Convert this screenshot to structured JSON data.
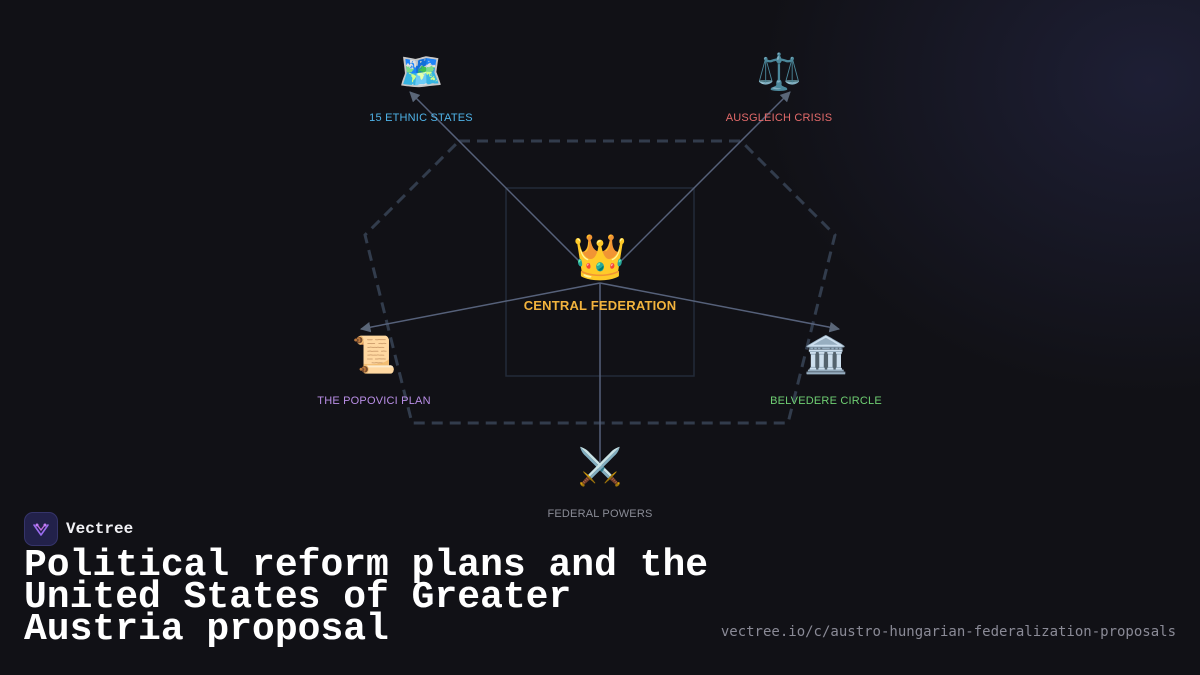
{
  "diagram": {
    "center": {
      "icon": "crown-icon",
      "glyph": "👑",
      "label": "CENTRAL FEDERATION",
      "color": "#f2b33d"
    },
    "nodes": [
      {
        "key": "ethnic",
        "icon": "map-icon",
        "glyph": "🗺️",
        "label": "15 ETHNIC STATES",
        "color": "#4fb3e8"
      },
      {
        "key": "ausgleich",
        "icon": "balance-scale-icon",
        "glyph": "⚖️",
        "label": "AUSGLEICH CRISIS",
        "color": "#e36a6a"
      },
      {
        "key": "popovici",
        "icon": "scroll-icon",
        "glyph": "📜",
        "label": "THE POPOVICI PLAN",
        "color": "#b98ee6"
      },
      {
        "key": "belvedere",
        "icon": "classical-building-icon",
        "glyph": "🏛️",
        "label": "BELVEDERE CIRCLE",
        "color": "#6fcf73"
      },
      {
        "key": "federal",
        "icon": "crossed-swords-icon",
        "glyph": "⚔️",
        "label": "FEDERAL POWERS",
        "color": "#8a8c96"
      }
    ]
  },
  "brand": {
    "name": "Vectree",
    "logo_icon": "vectree-logo-icon"
  },
  "title": "Political reform plans and the United States of Greater Austria proposal",
  "url": "vectree.io/c/austro-hungarian-federalization-proposals"
}
